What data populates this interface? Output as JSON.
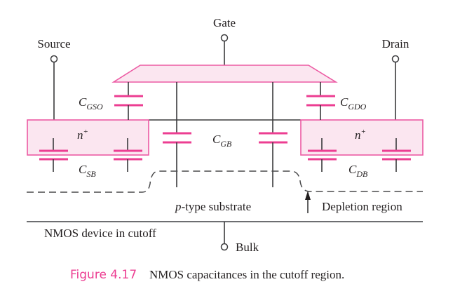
{
  "diagram": {
    "terminals": {
      "gate": "Gate",
      "source": "Source",
      "drain": "Drain",
      "bulk": "Bulk"
    },
    "regions": {
      "source_diffusion": {
        "base": "n",
        "sup": "+"
      },
      "drain_diffusion": {
        "base": "n",
        "sup": "+"
      },
      "substrate": {
        "prefix": "p",
        "text": "-type substrate"
      },
      "depletion": "Depletion region",
      "device_state": "NMOS device in cutoff"
    },
    "capacitors": {
      "cgso": {
        "base": "C",
        "sub": "GSO"
      },
      "cgdo": {
        "base": "C",
        "sub": "GDO"
      },
      "cgb": {
        "base": "C",
        "sub": "GB"
      },
      "csb": {
        "base": "C",
        "sub": "SB"
      },
      "cdb": {
        "base": "C",
        "sub": "DB"
      }
    },
    "colors": {
      "accent": "#ec3e92",
      "region_fill": "#fbe6f0",
      "line": "#3a3a3c"
    }
  },
  "caption": {
    "figure_label": "Figure 4.17",
    "text": "NMOS capacitances in the cutoff region."
  }
}
